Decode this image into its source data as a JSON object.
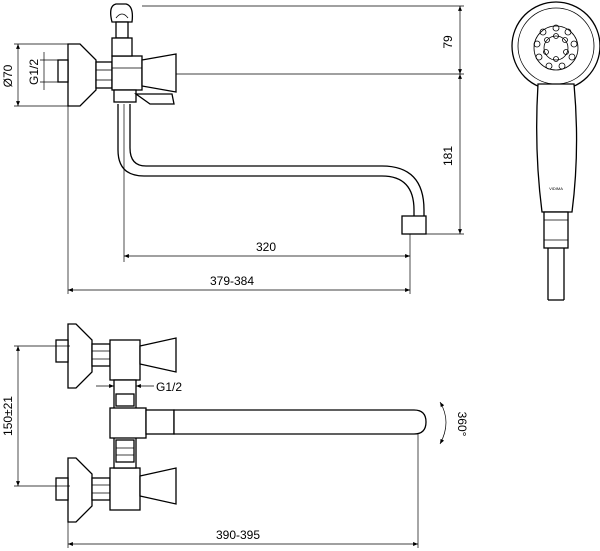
{
  "side_view": {
    "dim_height_top": "79",
    "dim_height_spout": "181",
    "dim_diameter": "Ø70",
    "dim_thread": "G1/2",
    "dim_spout_reach": "320",
    "dim_total_length": "379-384"
  },
  "top_view": {
    "dim_thread": "G1/2",
    "dim_rotation": "360°",
    "dim_centres": "150±21",
    "dim_total_length": "390-395"
  },
  "hand_shower": {
    "brand_text": "VIDIMA"
  }
}
